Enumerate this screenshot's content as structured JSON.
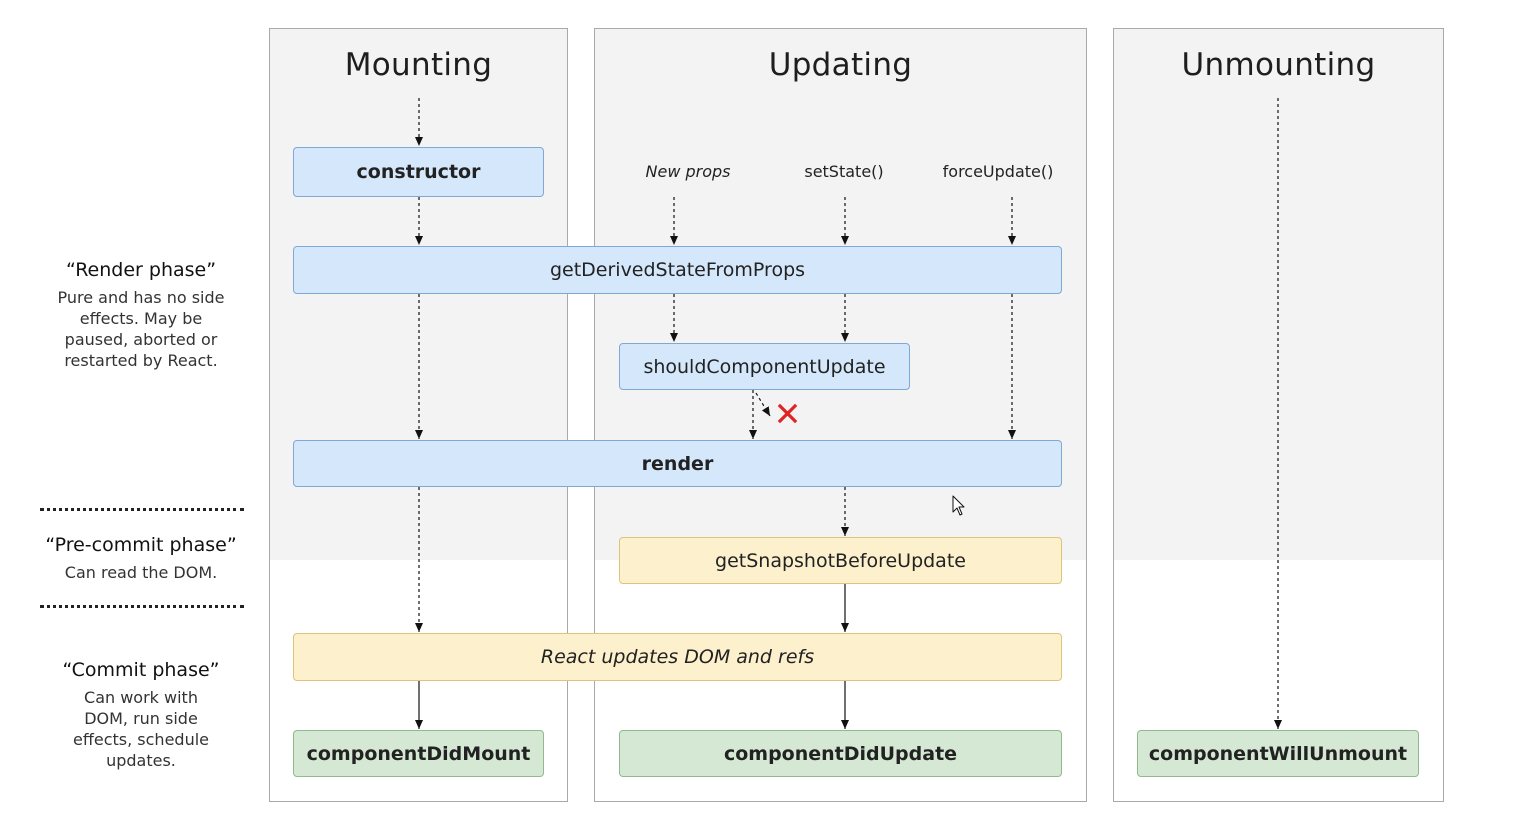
{
  "columns": {
    "mounting": {
      "title": "Mounting"
    },
    "updating": {
      "title": "Updating"
    },
    "unmounting": {
      "title": "Unmounting"
    }
  },
  "triggers": {
    "new_props": "New props",
    "set_state": "setState()",
    "force_update": "forceUpdate()"
  },
  "methods": {
    "constructor": "constructor",
    "get_derived_state_from_props": "getDerivedStateFromProps",
    "should_component_update": "shouldComponentUpdate",
    "render": "render",
    "get_snapshot_before_update": "getSnapshotBeforeUpdate",
    "react_updates_dom": "React updates DOM and refs",
    "component_did_mount": "componentDidMount",
    "component_did_update": "componentDidUpdate",
    "component_will_unmount": "componentWillUnmount"
  },
  "phases": {
    "render": {
      "title": "“Render phase”",
      "description": "Pure and has no side effects. May be paused, aborted or restarted by React."
    },
    "pre_commit": {
      "title": "“Pre-commit phase”",
      "description": "Can read the DOM."
    },
    "commit": {
      "title": "“Commit phase”",
      "description": "Can work with DOM, run side effects, schedule updates."
    }
  },
  "colors": {
    "render_phase_box": "#d5e8fb",
    "commit_box": "#fdf0cc",
    "lifecycle_end_box": "#d5e8d4",
    "column_shaded_bg": "#f3f3f3",
    "cancel_mark": "#e02424"
  },
  "icons": {
    "cancel": "cancel-x-icon",
    "cursor": "mouse-cursor-icon"
  }
}
